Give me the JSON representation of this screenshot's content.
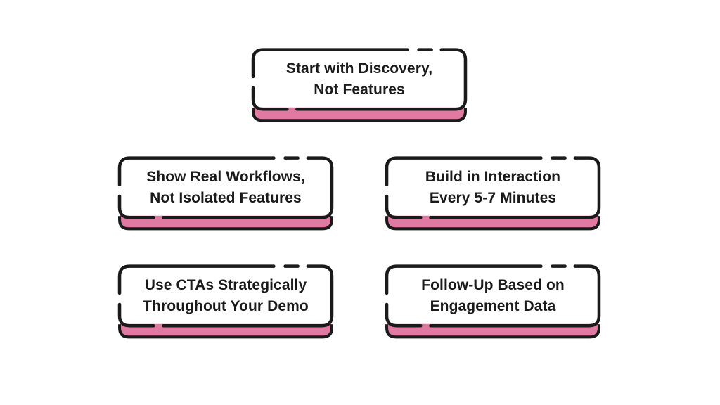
{
  "theme": {
    "background": "#ffffff",
    "card_fill": "#ffffff",
    "ink": "#1a1a1a",
    "accent_pink": "#e07aa3"
  },
  "cards": [
    {
      "id": "discovery",
      "lines": [
        "Start with Discovery,",
        "Not Features"
      ]
    },
    {
      "id": "workflows",
      "lines": [
        "Show Real Workflows,",
        "Not Isolated Features"
      ]
    },
    {
      "id": "interaction",
      "lines": [
        "Build in Interaction",
        "Every 5-7 Minutes"
      ]
    },
    {
      "id": "ctas",
      "lines": [
        "Use CTAs Strategically",
        "Throughout Your Demo"
      ]
    },
    {
      "id": "followup",
      "lines": [
        "Follow-Up Based on",
        "Engagement Data"
      ]
    }
  ]
}
